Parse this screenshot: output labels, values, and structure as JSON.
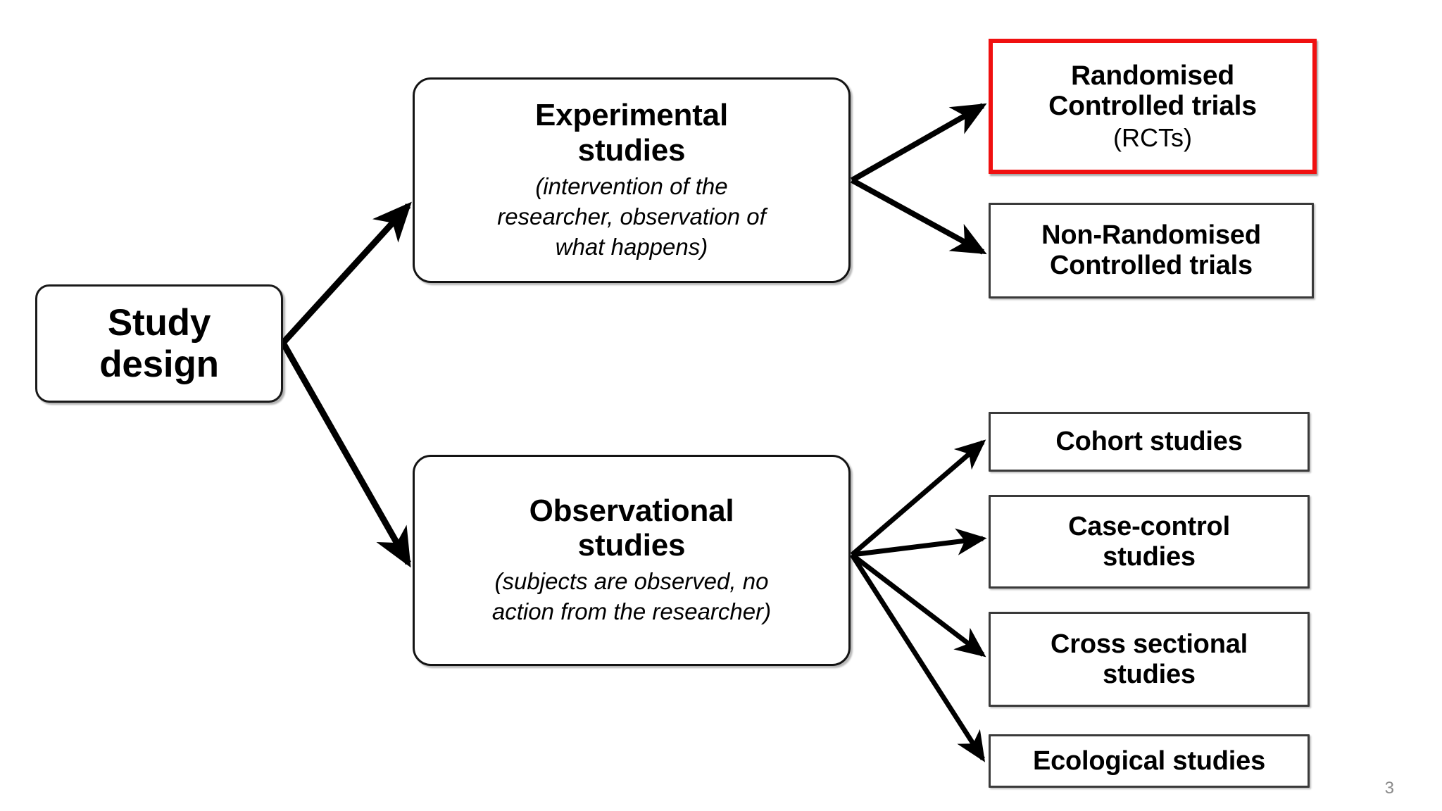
{
  "slide": {
    "page_number": "3",
    "accent_red": "#F01010",
    "line_color": "#000000"
  },
  "diagram": {
    "type": "tree",
    "root": {
      "id": "study-design",
      "title": "Study design",
      "title_lines": [
        "Study",
        "design"
      ],
      "shape": "rounded-rect"
    },
    "branches": [
      {
        "id": "experimental",
        "title_lines": [
          "Experimental",
          "studies"
        ],
        "subtitle_lines": [
          "(intervention of the",
          "researcher, observation of",
          "what happens)"
        ],
        "shape": "rounded-rect",
        "children": [
          "rct",
          "nonrct"
        ]
      },
      {
        "id": "observational",
        "title_lines": [
          "Observational",
          "studies"
        ],
        "subtitle_lines": [
          "(subjects are observed, no",
          "action from the researcher)"
        ],
        "shape": "rounded-rect",
        "children": [
          "cohort",
          "case-control",
          "cross-sectional",
          "ecological"
        ]
      }
    ],
    "leaves": [
      {
        "id": "rct",
        "title_lines": [
          "Randomised",
          "Controlled trials"
        ],
        "plain_lines": [
          "(RCTs)"
        ],
        "highlight": true,
        "highlight_color": "#F01010"
      },
      {
        "id": "nonrct",
        "title_lines": [
          "Non-Randomised",
          "Controlled trials"
        ],
        "highlight": false
      },
      {
        "id": "cohort",
        "title_lines": [
          "Cohort studies"
        ],
        "highlight": false
      },
      {
        "id": "case-control",
        "title_lines": [
          "Case-control",
          "studies"
        ],
        "highlight": false
      },
      {
        "id": "cross-sectional",
        "title_lines": [
          "Cross sectional",
          "studies"
        ],
        "highlight": false
      },
      {
        "id": "ecological",
        "title_lines": [
          "Ecological studies"
        ],
        "highlight": false
      }
    ],
    "edges": [
      {
        "from": "study-design",
        "to": "experimental"
      },
      {
        "from": "study-design",
        "to": "observational"
      },
      {
        "from": "experimental",
        "to": "rct"
      },
      {
        "from": "experimental",
        "to": "nonrct"
      },
      {
        "from": "observational",
        "to": "cohort"
      },
      {
        "from": "observational",
        "to": "case-control"
      },
      {
        "from": "observational",
        "to": "cross-sectional"
      },
      {
        "from": "observational",
        "to": "ecological"
      }
    ]
  }
}
